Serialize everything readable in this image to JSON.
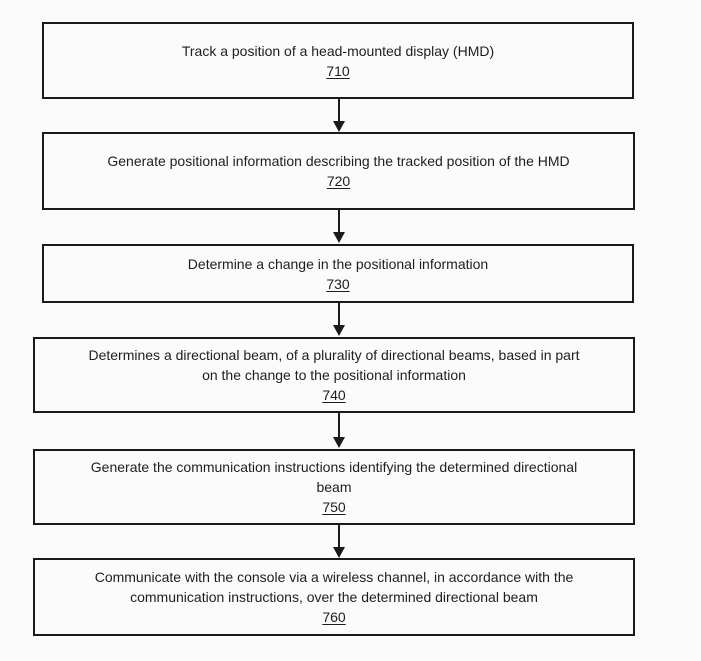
{
  "figure": {
    "type": "flowchart",
    "direction": "top-down",
    "colors": {
      "line": "#1a1a1a",
      "text": "#1e1e1e",
      "background": "#fbfbfb"
    },
    "steps": [
      {
        "number": "710",
        "lines": [
          "Track a position of a head-mounted display (HMD)"
        ]
      },
      {
        "number": "720",
        "lines": [
          "Generate positional information describing the tracked position of the HMD"
        ]
      },
      {
        "number": "730",
        "lines": [
          "Determine a change in the positional information"
        ]
      },
      {
        "number": "740",
        "lines": [
          "Determines a directional beam, of a plurality of directional beams, based in part",
          "on the change to the positional information"
        ]
      },
      {
        "number": "750",
        "lines": [
          "Generate the communication instructions identifying the determined directional",
          "beam"
        ]
      },
      {
        "number": "760",
        "lines": [
          "Communicate with the console via a wireless channel, in accordance with the",
          "communication instructions, over the determined directional beam"
        ]
      }
    ]
  }
}
